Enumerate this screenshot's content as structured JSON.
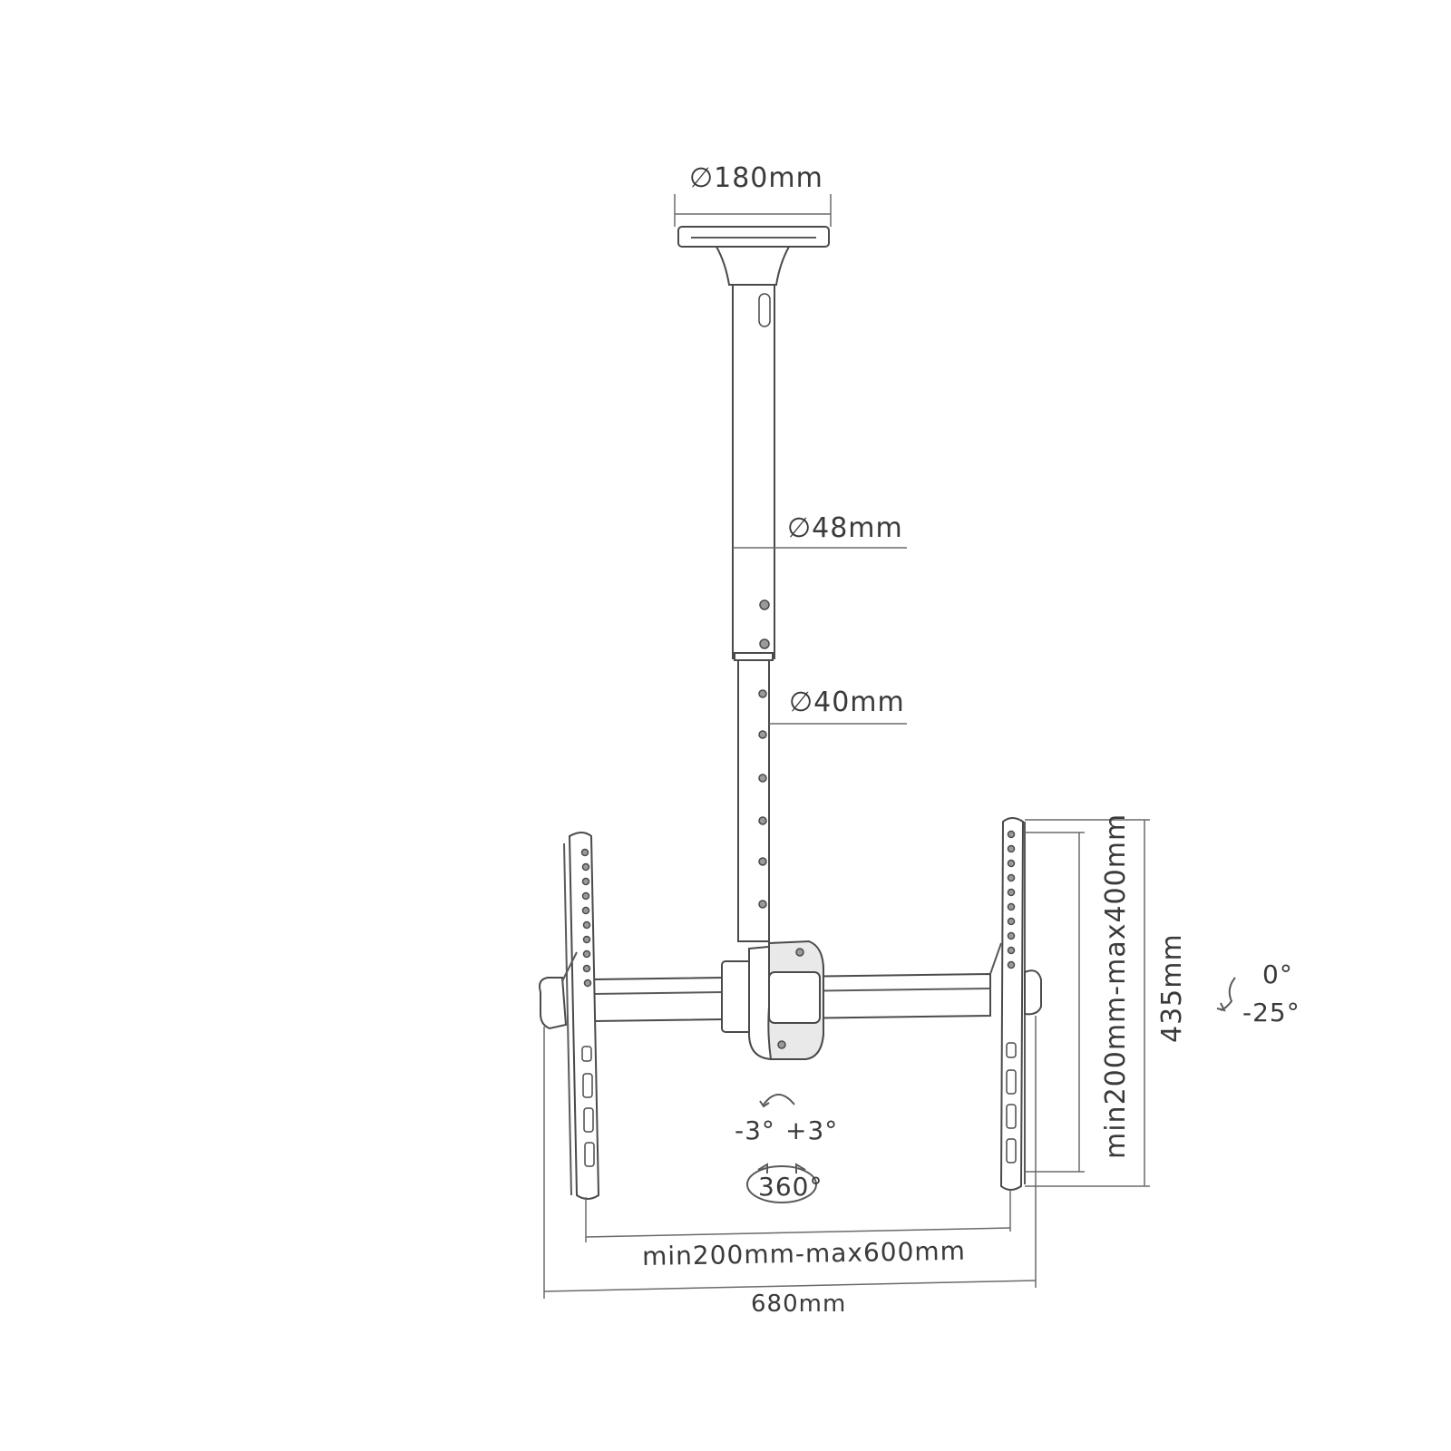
{
  "diagram": {
    "dimensions": {
      "plate_diameter": "∅180mm",
      "upper_tube_diameter": "∅48mm",
      "lower_tube_diameter": "∅40mm",
      "vertical_vesa": "min200mm-max400mm",
      "bracket_height": "435mm",
      "horizontal_vesa": "min200mm-max600mm",
      "total_width": "680mm"
    },
    "angles": {
      "tilt_top": "0°",
      "tilt_bottom": "-25°",
      "swivel_left": "-3°",
      "swivel_right": "+3°",
      "rotation": "360°"
    }
  }
}
